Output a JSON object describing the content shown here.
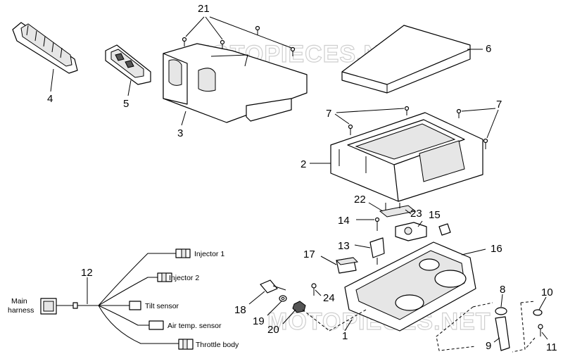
{
  "watermark": "MOTOPIECES.NET",
  "part_numbers": {
    "p1": "1",
    "p2": "2",
    "p3": "3",
    "p4": "4",
    "p5": "5",
    "p6": "6",
    "p7a": "7",
    "p7b": "7",
    "p8": "8",
    "p9": "9",
    "p10": "10",
    "p11": "11",
    "p12": "12",
    "p13": "13",
    "p14": "14",
    "p15": "15",
    "p16": "16",
    "p17": "17",
    "p18": "18",
    "p19": "19",
    "p20": "20",
    "p21": "21",
    "p22": "22",
    "p23": "23",
    "p24": "24"
  },
  "harness_labels": {
    "main_harness_line1": "Main",
    "main_harness_line2": "harness",
    "injector1": "Injector 1",
    "injector2": "Injector 2",
    "tilt_sensor": "Tilt sensor",
    "air_temp_sensor": "Air temp. sensor",
    "throttle_body": "Throttle body"
  }
}
